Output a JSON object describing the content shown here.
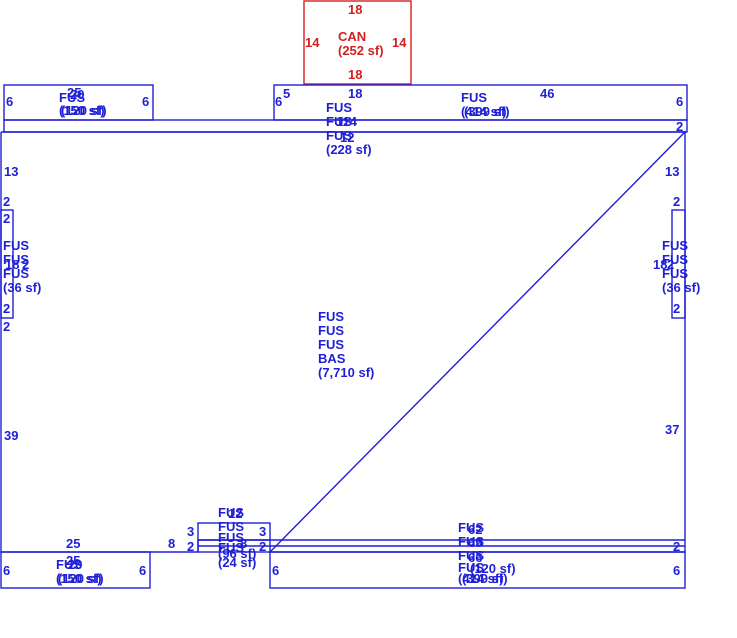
{
  "canopy": {
    "dim_top": "18",
    "dim_left": "14",
    "dim_right": "14",
    "dim_bottom": "18",
    "label": "CAN",
    "area": "(252 sf)"
  },
  "main": {
    "line1": "FUS",
    "line2": "FUS",
    "line3": "FUS",
    "line4": "BAS",
    "area": "(7,710 sf)",
    "dim_left_top": "13",
    "dim_left_mid": "39",
    "dim_right_top": "13",
    "dim_right_mid": "37"
  },
  "strip_top": {
    "label_a": "FUS",
    "label_b": "FUS",
    "label_c": "FUS",
    "overlap_a": "114",
    "overlap_b": "12",
    "area": "(228 sf)",
    "dim_right": "2"
  },
  "top_left": {
    "dim_top": "25",
    "dim_top_overlap": "20",
    "dim_left": "6",
    "dim_right": "6",
    "label": "FUS",
    "area": "(150 sf)",
    "area_overlap": "(120 sf)"
  },
  "top_right": {
    "dim_left": "6",
    "dim_left_b": "5",
    "dim_top": "18",
    "dim_top_b": "46",
    "dim_right": "6",
    "label": "FUS",
    "area": "(414 sf)",
    "area_overlap": "(399 sf)"
  },
  "left_bay": {
    "dim_a": "2",
    "dim_b": "2",
    "dim_c": "2",
    "dim_d": "2",
    "line1": "FUS",
    "line2": "FUS",
    "line3": "FUS",
    "overlap": "18",
    "overlap_b": "2",
    "area": "(36 sf)"
  },
  "right_bay": {
    "dim_a": "2",
    "dim_b": "2",
    "line1": "FUS",
    "line2": "FUS",
    "line3": "FUS",
    "overlap": "18",
    "overlap_b": "2",
    "area": "(36 sf)"
  },
  "bottom_center": {
    "dim_left_a": "3",
    "dim_left_b": "2",
    "dim_right_a": "3",
    "dim_right_b": "2",
    "dim_outer": "8",
    "dim_top_a": "12",
    "dim_top_b": "8",
    "line1": "FUS",
    "line2": "FUS",
    "line3": "FUS",
    "line4": "FUS",
    "area": "(96 sf)",
    "area_b": "(24 sf)"
  },
  "bottom_left": {
    "dim_top": "25",
    "dim_top_overlap": "25",
    "dim_top_b": "20",
    "dim_left": "6",
    "dim_right": "6",
    "label": "FUS",
    "area": "(150 sf)",
    "area_overlap": "(120 sf)"
  },
  "bottom_right": {
    "dim_left": "6",
    "dim_right": "6",
    "dim_right_top": "2",
    "line1": "FUS",
    "line2": "FUS",
    "line3": "FUS",
    "line4": "FUS",
    "overlap_a": "62",
    "overlap_b": "69",
    "overlap_c": "66",
    "area": "(414 sf)",
    "area_b": "(399 sf)",
    "area_c": "(120 sf)"
  },
  "colors": {
    "blue": "#1f1fd6",
    "red": "#d31f1f",
    "background": "#ffffff"
  }
}
